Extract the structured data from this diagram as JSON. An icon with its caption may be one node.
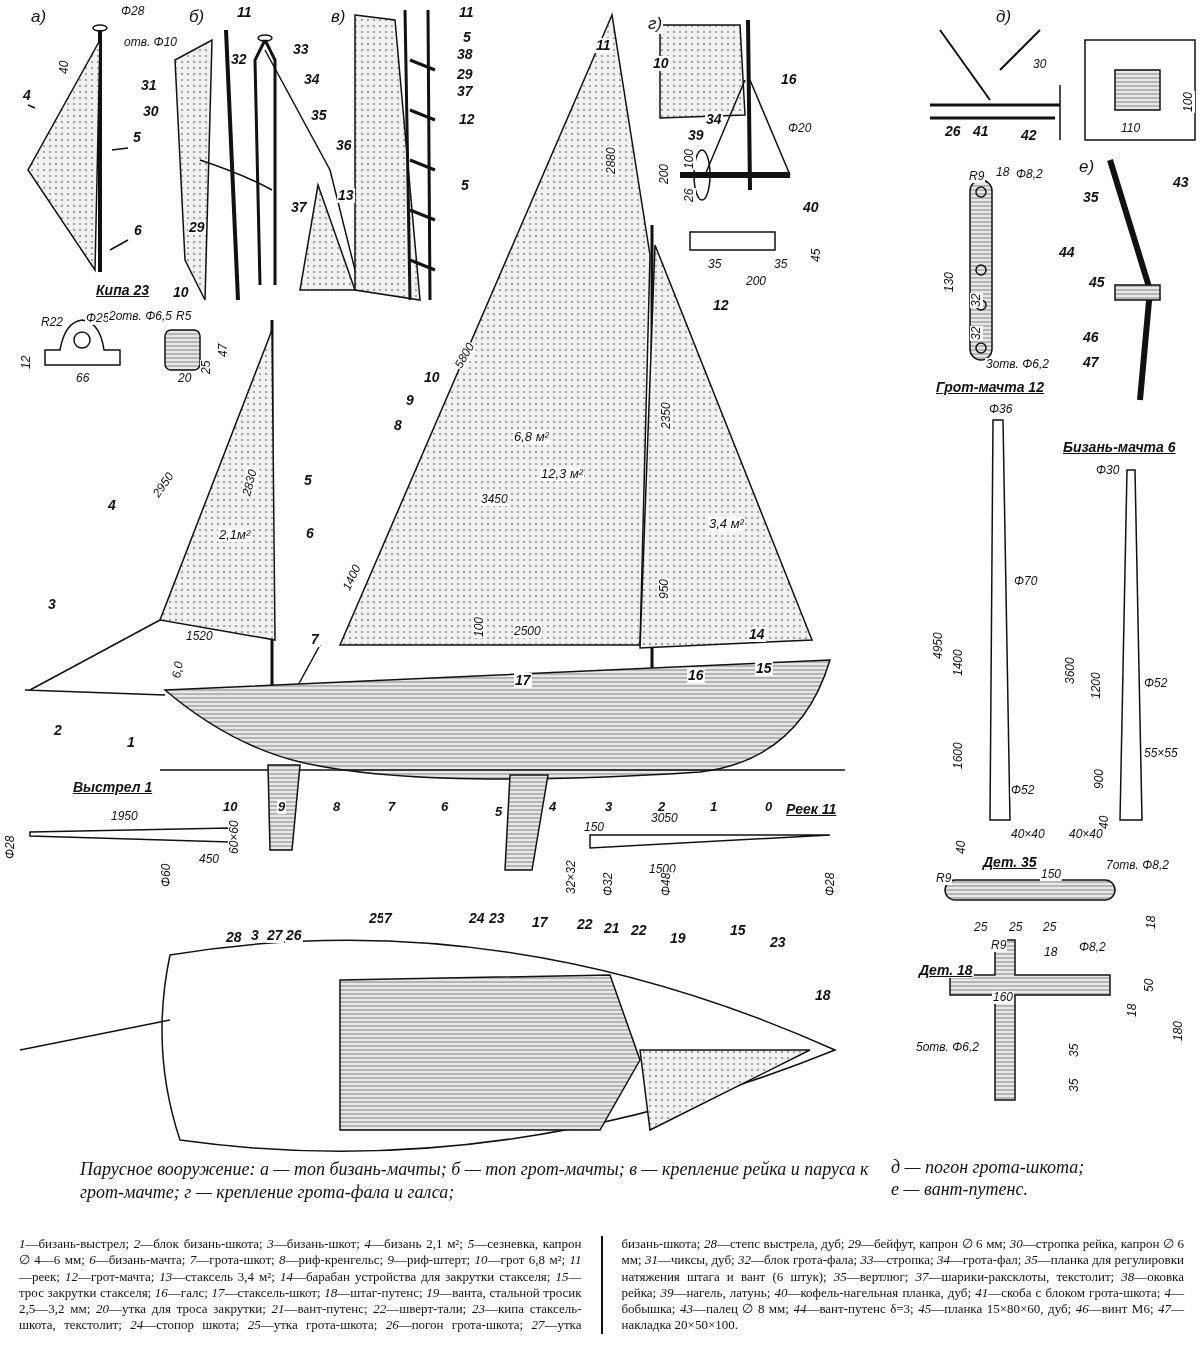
{
  "diagram": {
    "caption": "Парусное вооружение: а — топ бизань-мачты; б — топ грот-мачты; в — крепление рейка и паруса к грот-мачте; г — крепление грота-фала и галса;",
    "labels": [
      "а)",
      "Φ28",
      "отв. Φ10",
      "40",
      "4",
      "5",
      "6",
      "б)",
      "11",
      "32",
      "33",
      "31",
      "34",
      "30",
      "35",
      "36",
      "37",
      "29",
      "13",
      "10",
      "в)",
      "11",
      "5",
      "38",
      "29",
      "37",
      "12",
      "5",
      "Кипа 23",
      "R22",
      "Φ25",
      "2отв. Φ6,5",
      "12",
      "66",
      "R5",
      "47",
      "25",
      "20",
      "г)",
      "10",
      "16",
      "34",
      "39",
      "Φ20",
      "200",
      "100",
      "26",
      "40",
      "45",
      "35",
      "35",
      "200",
      "д)",
      "30",
      "100",
      "26",
      "41",
      "42",
      "110",
      "е)",
      "R9",
      "18",
      "Φ8,2",
      "43",
      "35",
      "44",
      "130",
      "32",
      "45",
      "32",
      "46",
      "3отв. Φ6,2",
      "47",
      "Грот-мачта 12",
      "Φ36",
      "11",
      "2880",
      "12",
      "5800",
      "10",
      "9",
      "8",
      "6,8 м²",
      "12,3 м²",
      "3450",
      "2350",
      "2950",
      "2830",
      "5",
      "4",
      "2,1м²",
      "6",
      "3,4 м²",
      "1400",
      "950",
      "3",
      "1520",
      "100",
      "2500",
      "14",
      "7",
      "6,0",
      "15",
      "17",
      "16",
      "2",
      "1",
      "Выстрел 1",
      "10",
      "9",
      "8",
      "7",
      "6",
      "5",
      "4",
      "3",
      "2",
      "1",
      "0",
      "Реек 11",
      "1950",
      "3050",
      "Φ28",
      "60×60",
      "150",
      "450",
      "1500",
      "Φ60",
      "32×32",
      "Φ32",
      "Φ48",
      "Φ28",
      "Бизань-мачта 6",
      "Φ30",
      "Φ70",
      "4950",
      "1400",
      "3600",
      "1200",
      "Φ52",
      "1600",
      "55×55",
      "900",
      "Φ52",
      "40",
      "40",
      "40×40",
      "40×40",
      "Дет. 35",
      "7отв. Φ8,2",
      "150",
      "R9",
      "18",
      "25",
      "25",
      "25",
      "R9",
      "18",
      "Φ8,2",
      "Дет. 18",
      "50",
      "160",
      "18",
      "180",
      "5отв. Φ6,2",
      "35",
      "35",
      "28",
      "3",
      "27",
      "26",
      "25",
      "7",
      "24",
      "23",
      "17",
      "22",
      "21",
      "22",
      "19",
      "15",
      "23",
      "18",
      "д — погон грота-шкота;",
      "е — вант-путенс.",
      "*1*—бизань-выстрел; *2*—блок бизань-шкота; *3*—бизань-шкот; *4*—бизань 2,1 м²; *5*—сезневка, капрон ∅ 4—6 мм; *6*—бизань-мачта; *7*—грота-шкот; *8*—риф-кренгельс; *9*—риф-штерт; *10*—грот 6,8 м²; *11*—реек; *12*—грот-мачта; *13*—стаксель 3,4 м²; *14*—барабан устройства для закрутки стакселя; *15*—трос закрутки стакселя; *16*—галс; *17*—стаксель-шкот; *18*—штаг-путенс; *19*—ванта, стальной тросик 2,5—3,2 мм; *20*—утка для троса закрутки; *21*—вант-путенс; *22*—шверт-тали; *23*—кипа стаксель-шкота, текстолит; *24*—стопор шкота; *25*—утка грота-шкота; *26*—погон грота-шкота; *27*—утка бизань-шкота; *28*—степс выстрела, дуб; *29*—бейфут, капрон ∅ 6 мм; *30*—стропка рейка, капрон ∅ 6 мм; *31*—чиксы, дуб; *32*—блок грота-фала; *33*—стропка; *34*—грота-фал; *35*—планка для регулировки натяжения штага и вант (6 штук); *35*—вертлюг; *37*—шарики-раксклоты, текстолит; *38*—оковка рейка; *39*—нагель, латунь; *40*—кофель-нагельная планка, дуб; *41*—скоба с блоком грота-шкота; *4*—бобышка; *43*—палец ∅ 8 мм; *44*—вант-путенс δ=3; *45*—планка 15×80×60, дуб; *46*—винт М6; *47*—накладка 20×50×100."
    ]
  }
}
